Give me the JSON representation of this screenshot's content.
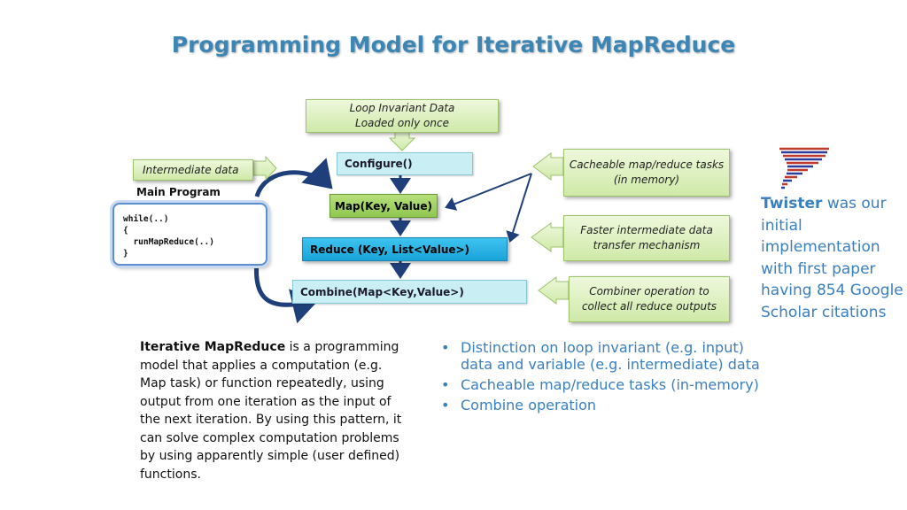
{
  "title": "Programming Model for Iterative MapReduce",
  "diagram": {
    "loop_invariant": [
      "Loop Invariant Data",
      "Loaded only once"
    ],
    "intermediate_data": "Intermediate  data",
    "main_program_label": "Main Program",
    "code_lines": [
      "while(..)",
      "{",
      "  runMapReduce(..)",
      "}"
    ],
    "configure": "Configure()",
    "map": "Map(Key, Value)",
    "reduce": "Reduce (Key, List<Value>)",
    "combine": "Combine(Map<Key,Value>)",
    "cacheable": [
      "Cacheable map/reduce tasks",
      "(in memory)"
    ],
    "faster": [
      "Faster intermediate data",
      "transfer mechanism"
    ],
    "combiner": [
      "Combiner operation to",
      "collect all reduce outputs"
    ]
  },
  "paragraph": {
    "bold": "Iterative MapReduce",
    "rest": " is a programming model that applies a computation (e.g. Map task) or function repeatedly, using output from one iteration as the input of the next iteration. By using this pattern, it can solve complex computation problems by using apparently simple (user defined) functions."
  },
  "bullets": [
    "Distinction on loop invariant (e.g. input) data and variable (e.g. intermediate) data",
    "Cacheable map/reduce tasks (in-memory)",
    "Combine operation"
  ],
  "twister": {
    "bold": "Twister",
    "rest": " was our initial implementation with first paper having 854 Google Scholar citations"
  },
  "colors": {
    "title": "#3b86b5",
    "bullets": "#3a7fc0",
    "map_green": "#8fc750",
    "reduce_blue": "#19a4d9",
    "arrow": "#1f3f7a"
  }
}
